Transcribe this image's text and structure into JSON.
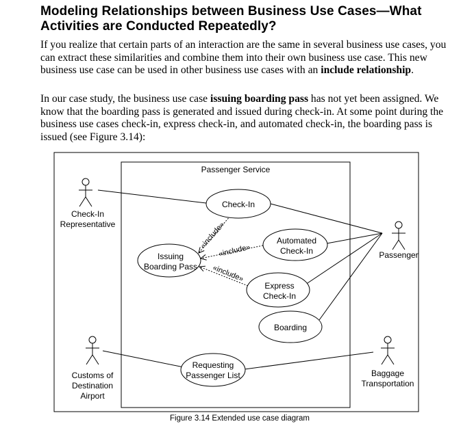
{
  "heading": "Modeling Relationships between Business Use Cases—What Activities are Conducted Repeatedly?",
  "paragraph1": {
    "before": "If you realize that certain parts of an interaction are the same in several business use cases, you can extract these similarities and combine them into their own business use case. This new business use case can be used in other business use cases with an ",
    "bold": "include relationship",
    "after": "."
  },
  "paragraph2": {
    "before": "In our case study, the business use case ",
    "bold": "issuing boarding pass",
    "after": " has not yet been assigned. We know that the boarding pass is generated and issued during check-in. At some point during the business use cases check-in, express check-in, and automated check-in, the boarding pass is issued (see Figure 3.14):"
  },
  "diagram": {
    "system_label": "Passenger Service",
    "actors": {
      "checkin_rep": [
        "Check-In",
        "Representative"
      ],
      "passenger": [
        "Passenger"
      ],
      "customs": [
        "Customs of",
        "Destination",
        "Airport"
      ],
      "baggage": [
        "Baggage",
        "Transportation"
      ]
    },
    "use_cases": {
      "checkin": [
        "Check-In"
      ],
      "issuing": [
        "Issuing",
        "Boarding Pass"
      ],
      "automated": [
        "Automated",
        "Check-In"
      ],
      "express": [
        "Express",
        "Check-In"
      ],
      "boarding": [
        "Boarding"
      ],
      "requesting": [
        "Requesting",
        "Passenger List"
      ]
    },
    "include_label": "«include»"
  },
  "caption": "Figure 3.14 Extended use case diagram"
}
